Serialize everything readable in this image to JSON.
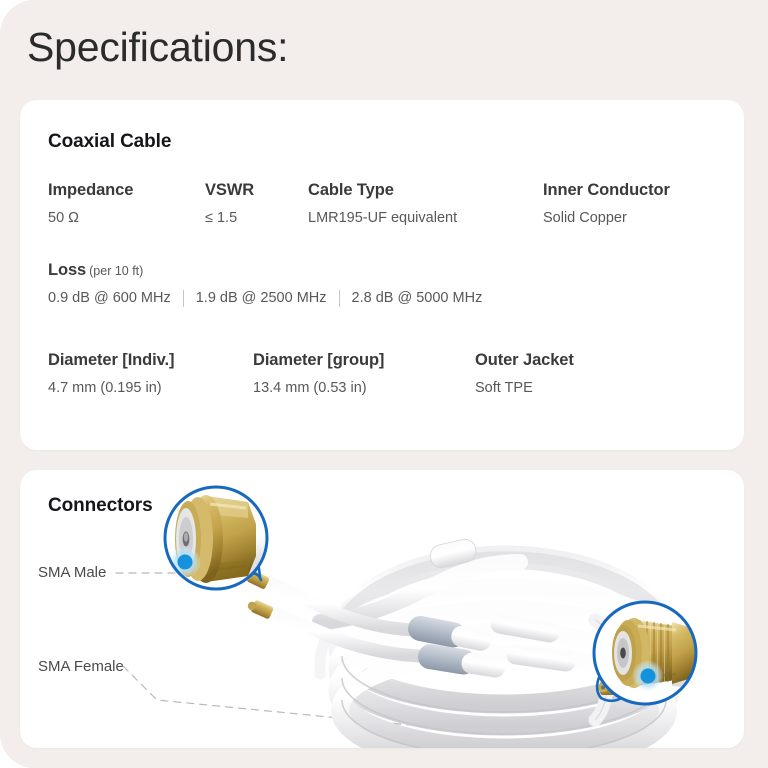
{
  "page": {
    "title": "Specifications:",
    "background_color": "#F3EEEB",
    "card_color": "#FFFFFF",
    "accent_blue": "#1769C0",
    "label_color": "#3A3A3C",
    "value_color": "#58585B"
  },
  "specs_card": {
    "heading": "Coaxial Cable",
    "main_row": [
      {
        "label": "Impedance",
        "value": "50 Ω"
      },
      {
        "label": "VSWR",
        "value": "≤ 1.5"
      },
      {
        "label": "Cable Type",
        "value": "LMR195-UF equivalent"
      },
      {
        "label": "Inner Conductor",
        "value": "Solid Copper"
      }
    ],
    "loss": {
      "label": "Loss",
      "sublabel": "(per 10 ft)",
      "values": [
        "0.9 dB @ 600 MHz",
        "1.9 dB @ 2500 MHz",
        "2.8 dB @ 5000 MHz"
      ]
    },
    "diameter_row": [
      {
        "label": "Diameter [Indiv.]",
        "value": "4.7 mm (0.195 in)"
      },
      {
        "label": "Diameter [group]",
        "value": "13.4 mm (0.53 in)"
      },
      {
        "label": "Outer Jacket",
        "value": "Soft TPE"
      }
    ]
  },
  "connectors_card": {
    "heading": "Connectors",
    "callouts": [
      {
        "label": "SMA Male",
        "icon": "sma-male-connector-closeup"
      },
      {
        "label": "SMA Female",
        "icon": "sma-female-connector-closeup"
      }
    ],
    "figure": {
      "name": "coiled-coaxial-cable-photo",
      "cable_color": "#FFFFFF",
      "connector_color": "#C9A94B",
      "ferrule_color": "#AEB7C4"
    }
  }
}
